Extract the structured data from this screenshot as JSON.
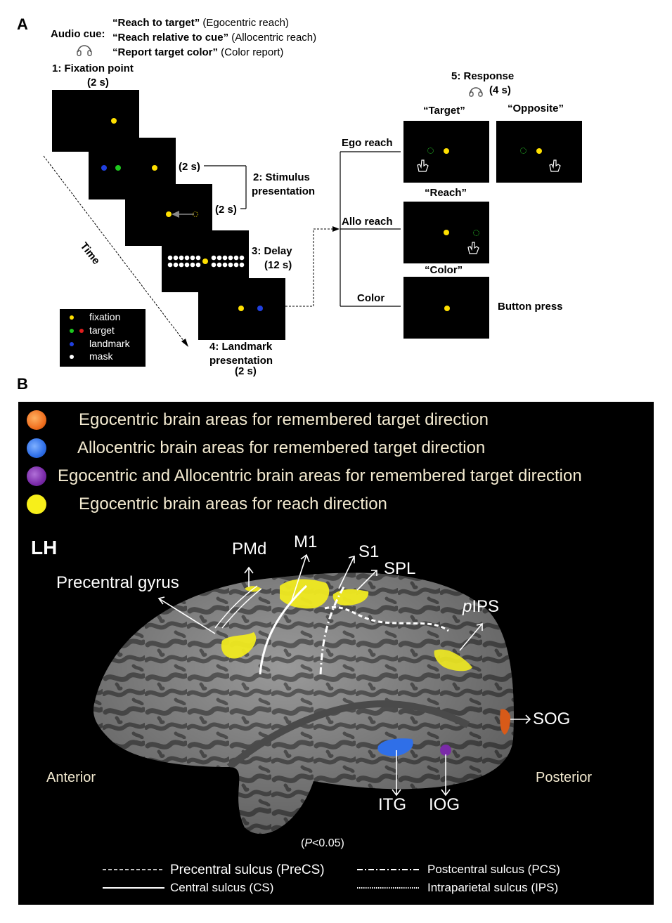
{
  "panelA": {
    "letter": "A",
    "audio_cue_label": "Audio cue:",
    "cues": [
      {
        "bold": "“Reach to target”",
        "normal": " (Egocentric reach)"
      },
      {
        "bold": "“Reach relative to cue”",
        "normal": " (Allocentric reach)"
      },
      {
        "bold": "“Report target color”",
        "normal": " (Color report)"
      }
    ],
    "step1": "1: Fixation point",
    "step1_dur": "(2 s)",
    "dur_a": "(2 s)",
    "dur_b": "(2 s)",
    "step2_line1": "2: Stimulus",
    "step2_line2": "presentation",
    "step3_line1": "3: Delay",
    "step3_line2": "(12 s)",
    "step4_line1": "4: Landmark",
    "step4_line2": "presentation",
    "step4_dur": "(2 s)",
    "time_label": "Time",
    "legend": [
      "fixation",
      "target",
      "landmark",
      "mask"
    ],
    "step5": "5: Response",
    "step5_dur": "(4 s)",
    "branches": [
      "Ego reach",
      "Allo reach",
      "Color"
    ],
    "resp_target": "“Target”",
    "resp_opposite": "“Opposite”",
    "resp_reach": "“Reach”",
    "resp_color": "“Color”",
    "button_press": "Button press",
    "colors": {
      "fixation": "#ffe000",
      "target_green": "#1ec81e",
      "target_red": "#e01e1e",
      "landmark": "#2040e0",
      "mask": "#ffffff"
    }
  },
  "panelB": {
    "letter": "B",
    "legend": [
      {
        "text": "Egocentric brain areas for remembered target direction",
        "color": "#f07020"
      },
      {
        "text": "Allocentric brain areas for remembered target direction",
        "color": "#2f6fe8"
      },
      {
        "text": "Egocentric and Allocentric brain areas for remembered target direction",
        "color": "#7a2aa8"
      },
      {
        "text": "Egocentric brain areas for reach direction",
        "color": "#f7ef1a"
      }
    ],
    "hemisphere": "LH",
    "labels": {
      "pmd": "PMd",
      "m1": "M1",
      "s1": "S1",
      "spl": "SPL",
      "precentral_gyrus": "Precentral gyrus",
      "pips_italic": "p",
      "pips_rest": "IPS",
      "sog": "SOG",
      "itg": "ITG",
      "iog": "IOG",
      "anterior": "Anterior",
      "posterior": "Posterior"
    },
    "p_open": "(",
    "p_italic": "P",
    "p_rest": "<0.05)",
    "sulci": [
      "Precentral sulcus (PreCS)",
      "Central sulcus (CS)",
      "Postcentral sulcus (PCS)",
      "Intraparietal sulcus (IPS)"
    ]
  }
}
